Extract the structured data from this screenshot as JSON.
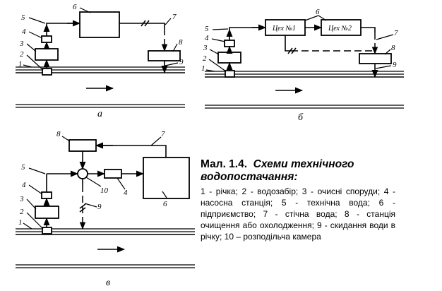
{
  "caption": {
    "prefix": "Мал. 1.4.",
    "heading": "Схеми технічного водопостачання:",
    "legend": "1 - річка; 2 - водозабір; 3 - очисні споруди; 4 - насосна станція; 5 - технічна вода; 6 - підприємство; 7 - стічна вода; 8 - станція очищення або охолодження; 9 - скидання води в річку; 10 – розподільча камера"
  },
  "schemes": {
    "a": {
      "letter": "а",
      "labels": [
        "1",
        "2",
        "3",
        "4",
        "5",
        "6",
        "7",
        "8",
        "9"
      ]
    },
    "b": {
      "letter": "б",
      "labels": [
        "1",
        "2",
        "3",
        "4",
        "5",
        "6",
        "7",
        "8",
        "9"
      ],
      "workshop1": "Цех №1",
      "workshop2": "Цех №2"
    },
    "c": {
      "letter": "в",
      "labels": [
        "1",
        "2",
        "3",
        "4",
        "5",
        "6",
        "7",
        "8",
        "9",
        "10",
        "4"
      ]
    }
  }
}
